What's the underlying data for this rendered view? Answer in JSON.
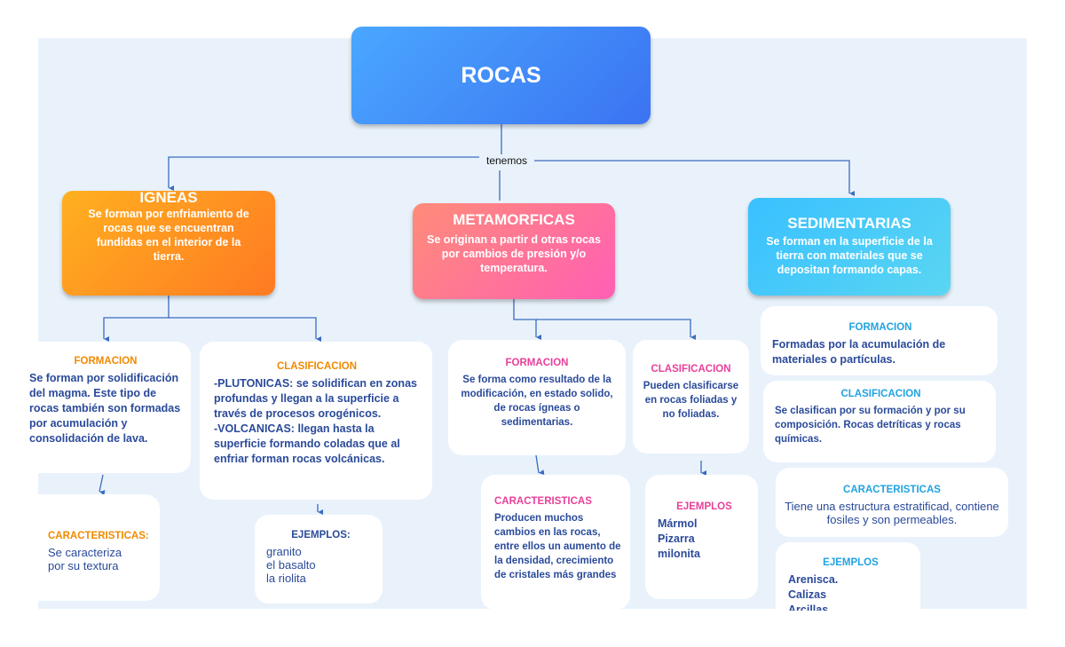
{
  "root": {
    "title": "ROCAS"
  },
  "connector_label": "tenemos",
  "branches": {
    "igneas": {
      "title": "IGNEAS",
      "description": "Se forman por enfriamiento de rocas que se encuentran fundidas en el interior de la tierra.",
      "formacion": {
        "heading": "FORMACION",
        "text": "Se forman por solidificación del magma. Este tipo de rocas también son formadas por acumulación y consolidación de lava."
      },
      "clasificacion": {
        "heading": "CLASIFICACION",
        "plutonicas": "-PLUTONICAS: se solidifican en zonas profundas y llegan a la superficie a través de procesos orogénicos.",
        "volcanicas": "-VOLCANICAS: llegan hasta la superficie formando coladas que al enfriar forman rocas volcánicas."
      },
      "caracteristicas": {
        "heading": "CARACTERISTICAS:",
        "line1": "Se caracteriza",
        "line2": "por su textura"
      },
      "ejemplos": {
        "heading": "EJEMPLOS:",
        "items": [
          "granito",
          "el basalto",
          "la riolita"
        ]
      }
    },
    "metamorficas": {
      "title": "METAMORFICAS",
      "description": "Se originan a partir d otras rocas por cambios de presión y/o temperatura.",
      "formacion": {
        "heading": "FORMACION",
        "text": "Se forma como resultado de la modificación, en estado solido, de rocas ígneas o sedimentarias."
      },
      "clasificacion": {
        "heading": "CLASIFICACION",
        "text": "Pueden clasificarse en rocas foliadas y no foliadas."
      },
      "caracteristicas": {
        "heading": "CARACTERISTICAS",
        "text": "Producen muchos cambios en las rocas, entre ellos un aumento de la densidad, crecimiento de cristales más grandes"
      },
      "ejemplos": {
        "heading": "EJEMPLOS",
        "items": [
          "Mármol",
          "Pizarra",
          "milonita"
        ]
      }
    },
    "sedimentarias": {
      "title": "SEDIMENTARIAS",
      "description": "Se forman en la superficie de la tierra con materiales que se depositan formando capas.",
      "formacion": {
        "heading": "FORMACION",
        "text": "Formadas por la acumulación de materiales o partículas."
      },
      "clasificacion": {
        "heading": "CLASIFICACION",
        "text": "Se clasifican por su formación y por su composición. Rocas detríticas y rocas químicas."
      },
      "caracteristicas": {
        "heading": "CARACTERISTICAS",
        "text": "Tiene una estructura estratificad, contiene fosiles y son permeables."
      },
      "ejemplos": {
        "heading": "EJEMPLOS",
        "items": [
          "Arenisca.",
          "Calizas",
          "Arcillas."
        ]
      }
    }
  },
  "colors": {
    "canvas": "#e9f2fb",
    "root": "#3b73f2",
    "igneas": "#ff8c1a",
    "metamorficas": "#ff6fa0",
    "sedimentarias": "#39c4f5",
    "connector": "#3b6bbf",
    "card_text": "#2a4a9a"
  }
}
